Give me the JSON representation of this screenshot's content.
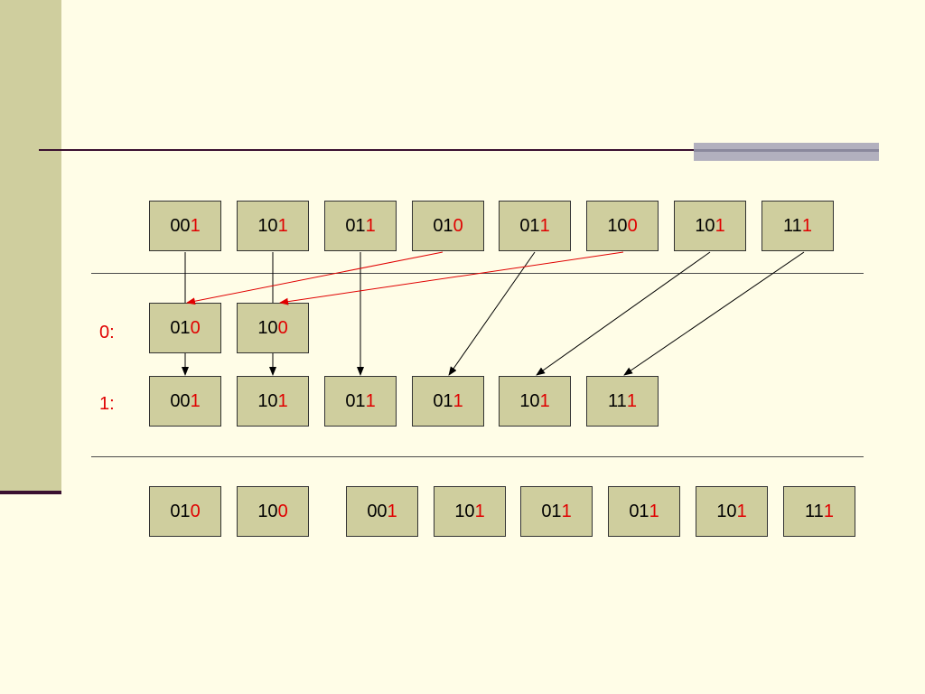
{
  "colors": {
    "background": "#FFFDE7",
    "box_fill": "#CFCE9E",
    "highlight": "#E00000",
    "arrow_zero": "#E00000",
    "arrow_one": "#000000"
  },
  "diagram": {
    "input_row": [
      {
        "prefix": "00",
        "bit": "1"
      },
      {
        "prefix": "10",
        "bit": "1"
      },
      {
        "prefix": "01",
        "bit": "1"
      },
      {
        "prefix": "01",
        "bit": "0"
      },
      {
        "prefix": "01",
        "bit": "1"
      },
      {
        "prefix": "10",
        "bit": "0"
      },
      {
        "prefix": "10",
        "bit": "1"
      },
      {
        "prefix": "11",
        "bit": "1"
      }
    ],
    "bucket_zero": {
      "label": "0:",
      "items": [
        {
          "prefix": "01",
          "bit": "0"
        },
        {
          "prefix": "10",
          "bit": "0"
        }
      ]
    },
    "bucket_one": {
      "label": "1:",
      "items": [
        {
          "prefix": "00",
          "bit": "1"
        },
        {
          "prefix": "10",
          "bit": "1"
        },
        {
          "prefix": "01",
          "bit": "1"
        },
        {
          "prefix": "01",
          "bit": "1"
        },
        {
          "prefix": "10",
          "bit": "1"
        },
        {
          "prefix": "11",
          "bit": "1"
        }
      ]
    },
    "output_row": [
      {
        "prefix": "01",
        "bit": "0"
      },
      {
        "prefix": "10",
        "bit": "0"
      },
      {
        "prefix": "00",
        "bit": "1"
      },
      {
        "prefix": "10",
        "bit": "1"
      },
      {
        "prefix": "01",
        "bit": "1"
      },
      {
        "prefix": "01",
        "bit": "1"
      },
      {
        "prefix": "10",
        "bit": "1"
      },
      {
        "prefix": "11",
        "bit": "1"
      }
    ]
  }
}
